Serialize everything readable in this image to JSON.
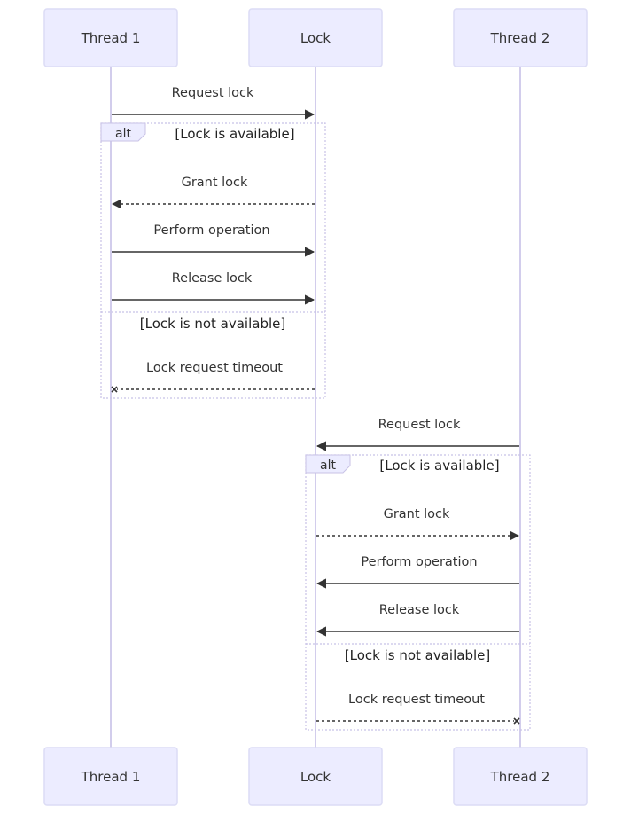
{
  "participants": {
    "thread1": "Thread 1",
    "lock": "Lock",
    "thread2": "Thread 2"
  },
  "block1": {
    "operator": "alt",
    "request": "Request lock",
    "cond_available": "[Lock is available]",
    "grant": "Grant lock",
    "perform": "Perform operation",
    "release": "Release lock",
    "cond_not_available": "[Lock is not available]",
    "timeout": "Lock request timeout"
  },
  "block2": {
    "operator": "alt",
    "request": "Request lock",
    "cond_available": "[Lock is available]",
    "grant": "Grant lock",
    "perform": "Perform operation",
    "release": "Release lock",
    "cond_not_available": "[Lock is not available]",
    "timeout": "Lock request timeout"
  },
  "colors": {
    "actor_fill": "#ececff",
    "lifeline": "#d2cdec",
    "message": "#333333",
    "frame": "#c8c2e6"
  }
}
